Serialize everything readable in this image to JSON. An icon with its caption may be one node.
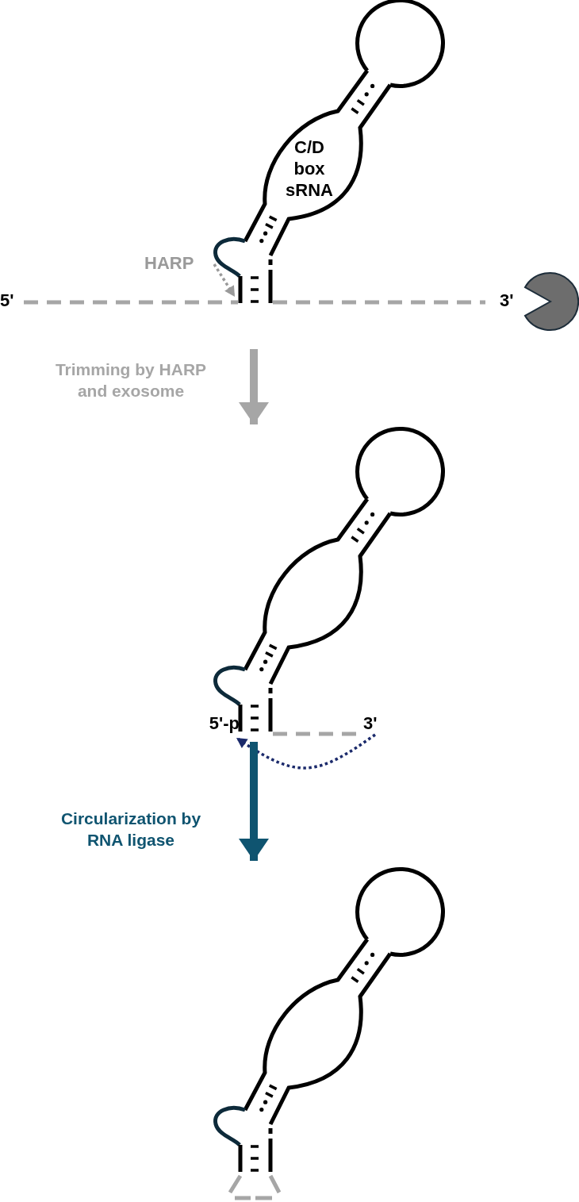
{
  "diagram": {
    "nodes": [
      {
        "text": [
          "C/D box sRNA"
        ]
      },
      {
        "text": [
          "HARP"
        ]
      },
      {
        "text": [],
        "shape": "picture"
      },
      {
        "text": [
          "5'-p"
        ],
        "in": 2
      },
      {
        "text": [
          "3'"
        ],
        "in": 2
      },
      {
        "text": [],
        "shape": "picture"
      }
    ],
    "edges": [
      {
        "from": 1,
        "to": 0,
        "arrow": "to",
        "style": "dashed",
        "color": "#9a9a9a"
      },
      {
        "from": 0,
        "to": 2,
        "arrow": "to",
        "style": "thick",
        "color": "#a6a6a6",
        "label": "Trimming by HARP and exosome"
      },
      {
        "from": 4,
        "to": 3,
        "arrow": "to",
        "style": "dashed",
        "color": "#1b2a6b"
      },
      {
        "from": 2,
        "to": 5,
        "arrow": "to",
        "style": "thick",
        "color": "#0f5470",
        "label": "Circularization by RNA ligase"
      }
    ],
    "labels": [
      "5'",
      "3'"
    ]
  }
}
